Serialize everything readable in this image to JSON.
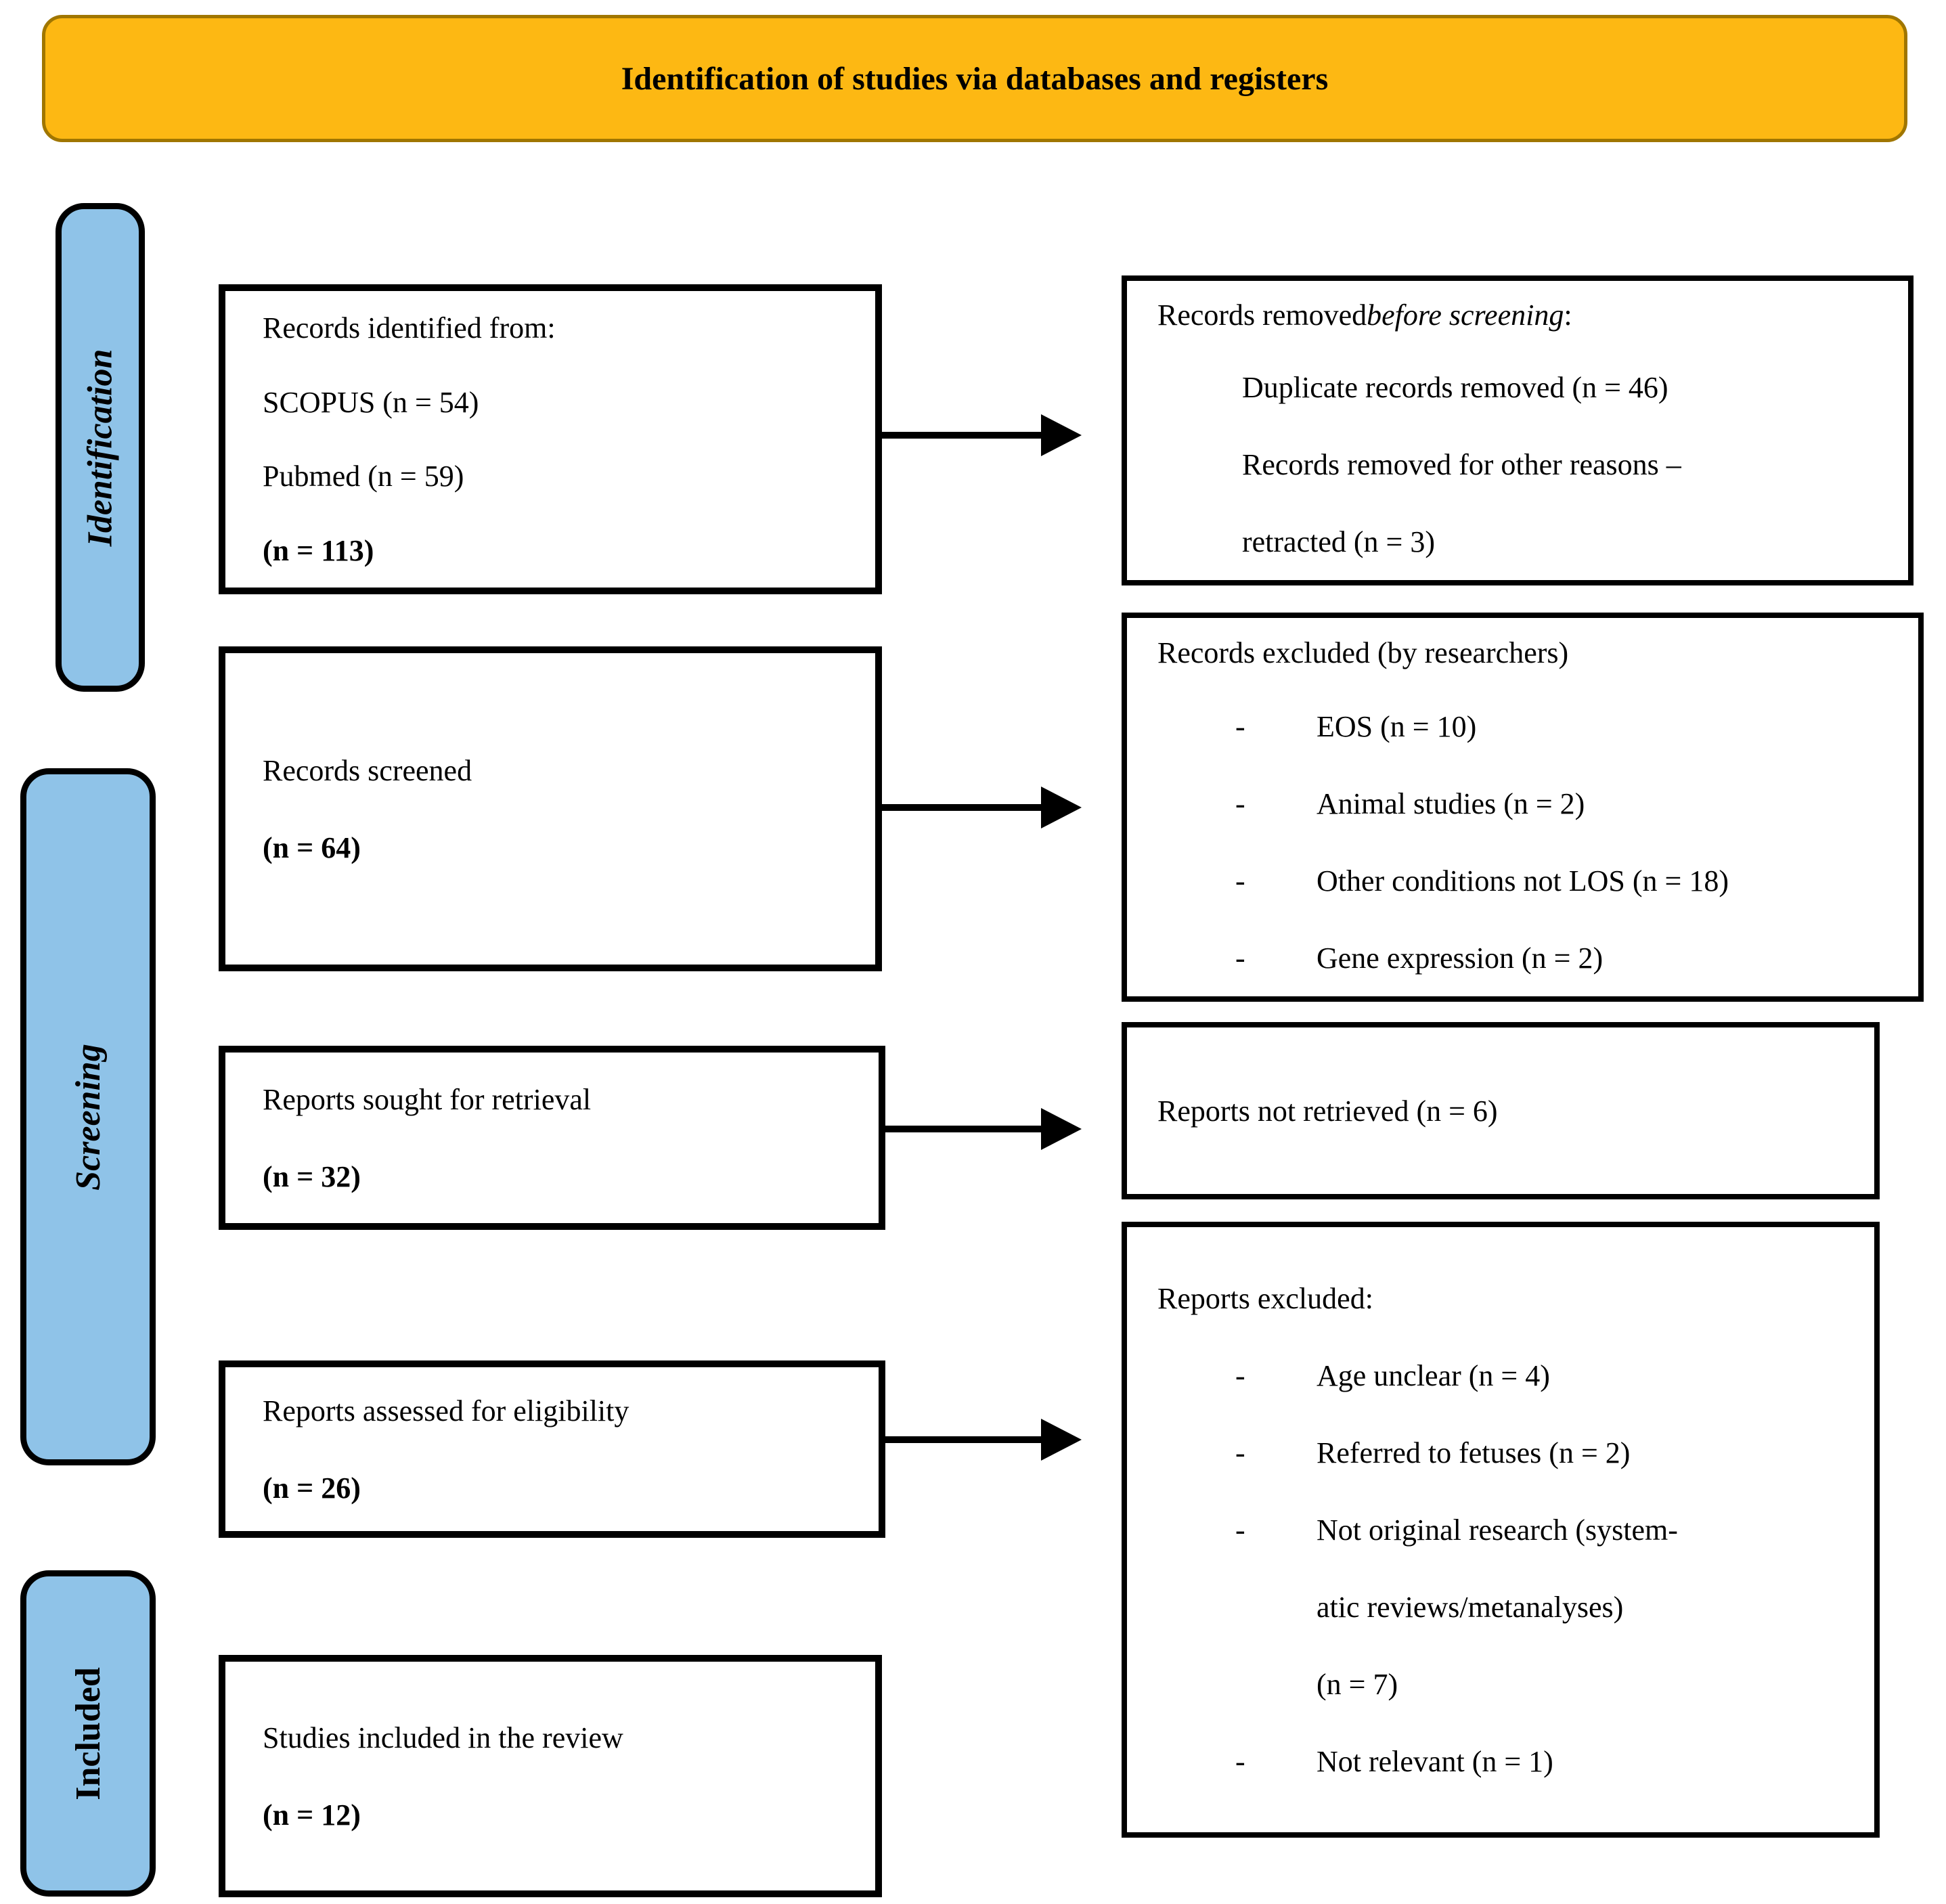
{
  "banner": {
    "title": "Identification of studies via databases and registers"
  },
  "bullet": "-",
  "sidebar": {
    "stages": [
      {
        "label": "Identification"
      },
      {
        "label": "Screening"
      },
      {
        "label": "Included"
      }
    ]
  },
  "process_boxes": [
    {
      "id": "records-identified",
      "lines": [
        {
          "text": "Records identified from:"
        },
        {
          "text": "SCOPUS (n = 54)"
        },
        {
          "text": "Pubmed (n = 59)"
        },
        {
          "text": "(n = 113)",
          "bold": true
        }
      ]
    },
    {
      "id": "records-screened",
      "lines": [
        {
          "text": "Records screened"
        },
        {
          "text": "(n = 64)",
          "bold": true
        }
      ]
    },
    {
      "id": "reports-sought",
      "lines": [
        {
          "text": "Reports sought for retrieval"
        },
        {
          "text": "(n = 32)",
          "bold": true
        }
      ]
    },
    {
      "id": "reports-assessed",
      "lines": [
        {
          "text": "Reports assessed for eligibility"
        },
        {
          "text": "(n = 26)",
          "bold": true
        }
      ]
    },
    {
      "id": "studies-included",
      "lines": [
        {
          "text": "Studies included in the review"
        },
        {
          "text": "(n = 12)",
          "bold": true
        }
      ]
    }
  ],
  "exclusion_boxes": [
    {
      "id": "records-removed-before-screening",
      "dash": false,
      "title_parts": [
        {
          "text": "Records removed "
        },
        {
          "text": "before screening",
          "italic": true
        },
        {
          "text": ":"
        }
      ],
      "items": [
        {
          "lines": [
            "Duplicate records removed (n = 46)"
          ]
        },
        {
          "lines": [
            "Records removed for other reasons –",
            "retracted (n = 3)"
          ]
        }
      ]
    },
    {
      "id": "records-excluded",
      "dash": true,
      "title_parts": [
        {
          "text": "Records excluded (by researchers)"
        }
      ],
      "items": [
        {
          "lines": [
            "EOS (n = 10)"
          ]
        },
        {
          "lines": [
            "Animal studies (n = 2)"
          ]
        },
        {
          "lines": [
            "Other conditions not LOS (n = 18)"
          ]
        },
        {
          "lines": [
            "Gene expression (n = 2)"
          ]
        }
      ]
    },
    {
      "id": "reports-not-retrieved",
      "dash": false,
      "title_parts": [
        {
          "text": "Reports not retrieved (n = 6)"
        }
      ],
      "items": []
    },
    {
      "id": "reports-excluded",
      "dash": true,
      "title_parts": [
        {
          "text": "Reports excluded:"
        }
      ],
      "items": [
        {
          "lines": [
            "Age unclear (n = 4)"
          ]
        },
        {
          "lines": [
            "Referred to fetuses (n = 2)"
          ]
        },
        {
          "lines": [
            "Not original research (system-",
            "atic reviews/metanalyses)",
            "(n = 7)"
          ]
        },
        {
          "lines": [
            "Not relevant (n = 1)"
          ]
        }
      ]
    }
  ],
  "colors": {
    "banner_fill": "#FDB813",
    "banner_border": "#A07600",
    "stage_fill": "#8FC3E8",
    "box_border": "#000000"
  }
}
